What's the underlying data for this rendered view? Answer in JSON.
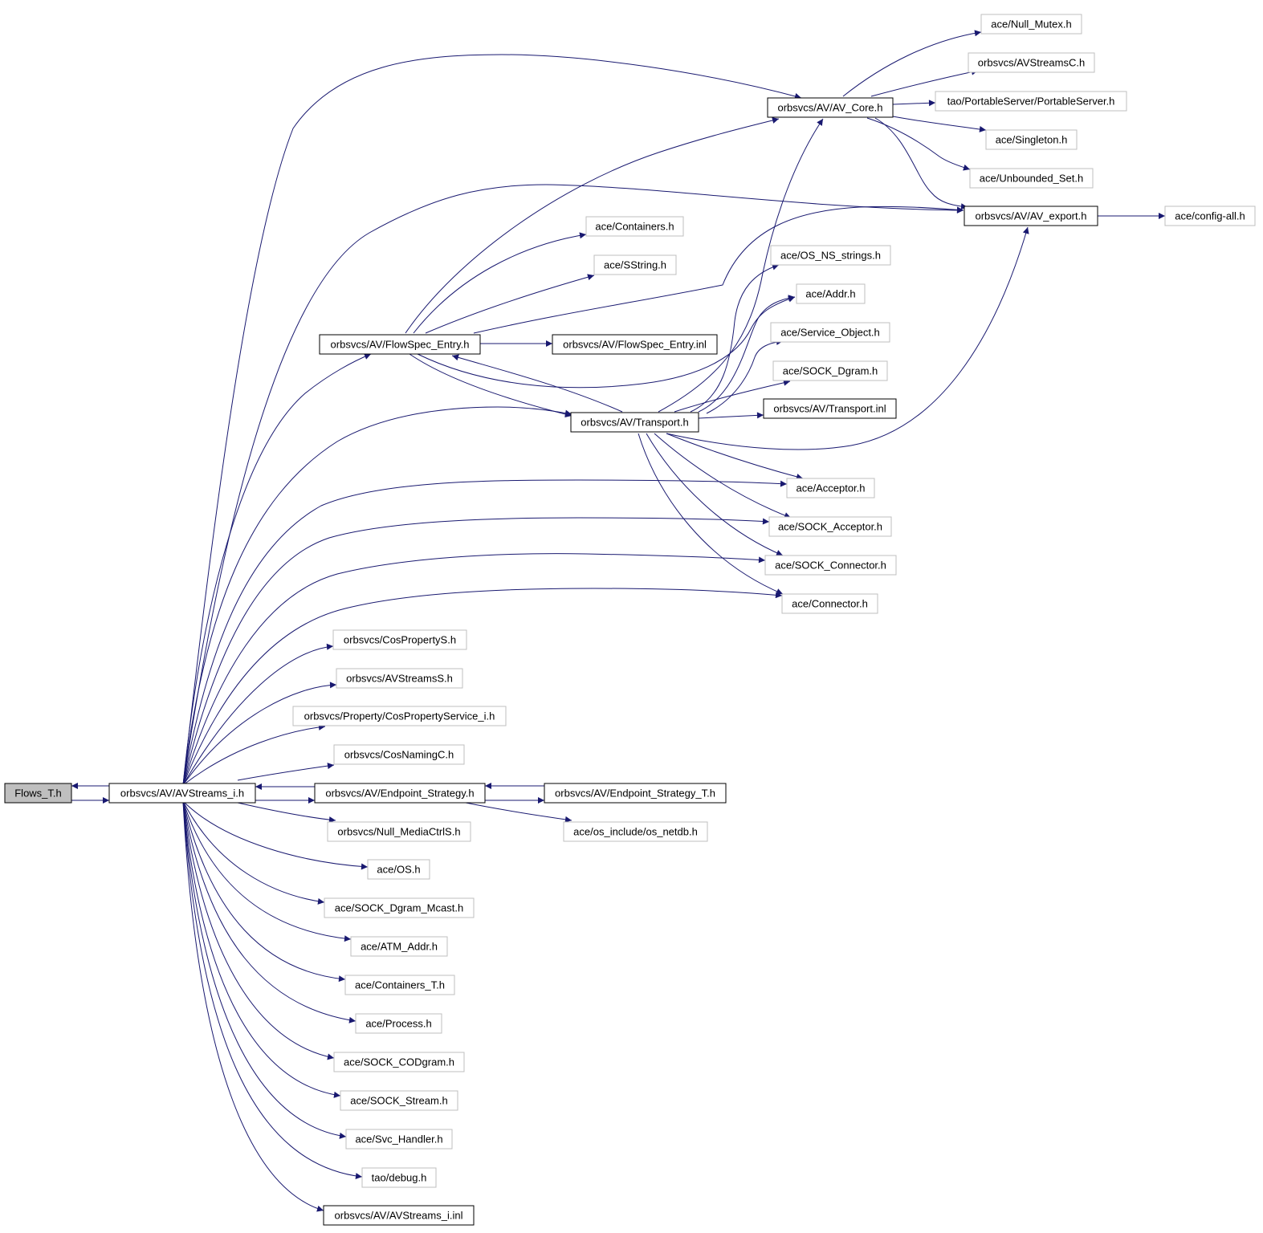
{
  "nodes": {
    "flows_t_h": "Flows_T.h",
    "avstreams_i_h": "orbsvcs/AV/AVStreams_i.h",
    "null_mutex_h": "ace/Null_Mutex.h",
    "avstreamsc_h": "orbsvcs/AVStreamsC.h",
    "av_core_h": "orbsvcs/AV/AV_Core.h",
    "portableserver_h": "tao/PortableServer/PortableServer.h",
    "singleton_h": "ace/Singleton.h",
    "unbounded_set_h": "ace/Unbounded_Set.h",
    "av_export_h": "orbsvcs/AV/AV_export.h",
    "config_all_h": "ace/config-all.h",
    "containers_h": "ace/Containers.h",
    "sstring_h": "ace/SString.h",
    "os_ns_strings_h": "ace/OS_NS_strings.h",
    "addr_h": "ace/Addr.h",
    "flowspec_entry_h": "orbsvcs/AV/FlowSpec_Entry.h",
    "flowspec_entry_inl": "orbsvcs/AV/FlowSpec_Entry.inl",
    "service_object_h": "ace/Service_Object.h",
    "sock_dgram_h": "ace/SOCK_Dgram.h",
    "transport_inl": "orbsvcs/AV/Transport.inl",
    "transport_h": "orbsvcs/AV/Transport.h",
    "acceptor_h": "ace/Acceptor.h",
    "sock_acceptor_h": "ace/SOCK_Acceptor.h",
    "sock_connector_h": "ace/SOCK_Connector.h",
    "connector_h": "ace/Connector.h",
    "cospropertys_h": "orbsvcs/CosPropertyS.h",
    "avstreamss_h": "orbsvcs/AVStreamsS.h",
    "cospropertyservice_i_h": "orbsvcs/Property/CosPropertyService_i.h",
    "cosnamingc_h": "orbsvcs/CosNamingC.h",
    "endpoint_strategy_h": "orbsvcs/AV/Endpoint_Strategy.h",
    "endpoint_strategy_t_h": "orbsvcs/AV/Endpoint_Strategy_T.h",
    "null_mediactrls_h": "orbsvcs/Null_MediaCtrlS.h",
    "os_netdb_h": "ace/os_include/os_netdb.h",
    "os_h": "ace/OS.h",
    "sock_dgram_mcast_h": "ace/SOCK_Dgram_Mcast.h",
    "atm_addr_h": "ace/ATM_Addr.h",
    "containers_t_h": "ace/Containers_T.h",
    "process_h": "ace/Process.h",
    "sock_codgram_h": "ace/SOCK_CODgram.h",
    "sock_stream_h": "ace/SOCK_Stream.h",
    "svc_handler_h": "ace/Svc_Handler.h",
    "debug_h": "tao/debug.h",
    "avstreams_i_inl": "orbsvcs/AV/AVStreams_i.inl"
  },
  "colors": {
    "edge": "#191970",
    "linked_border": "#000000",
    "external_border": "#bfbfbf",
    "current_fill": "#bfbfbf"
  }
}
